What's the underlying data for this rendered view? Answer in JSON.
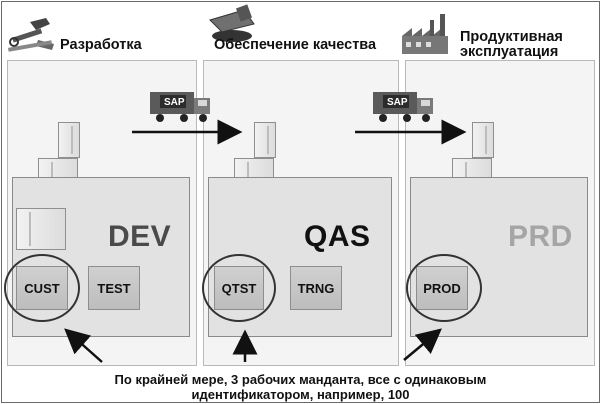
{
  "headers": {
    "dev": "Разработка",
    "qas": "Обеспечение качества",
    "prd_line1": "Продуктивная",
    "prd_line2": "эксплуатация"
  },
  "systems": {
    "dev": "DEV",
    "qas": "QAS",
    "prd": "PRD"
  },
  "clients": {
    "cust": "CUST",
    "test": "TEST",
    "qtst": "QTST",
    "trng": "TRNG",
    "prod": "PROD"
  },
  "truck_label": "SAP",
  "footer": {
    "line1": "По крайней мере, 3 рабочих манданта, все с одинаковым",
    "line2": "идентификатором, например, 100"
  },
  "colors": {
    "prd_text": "#a5a5a5",
    "arrow": "#111111"
  }
}
